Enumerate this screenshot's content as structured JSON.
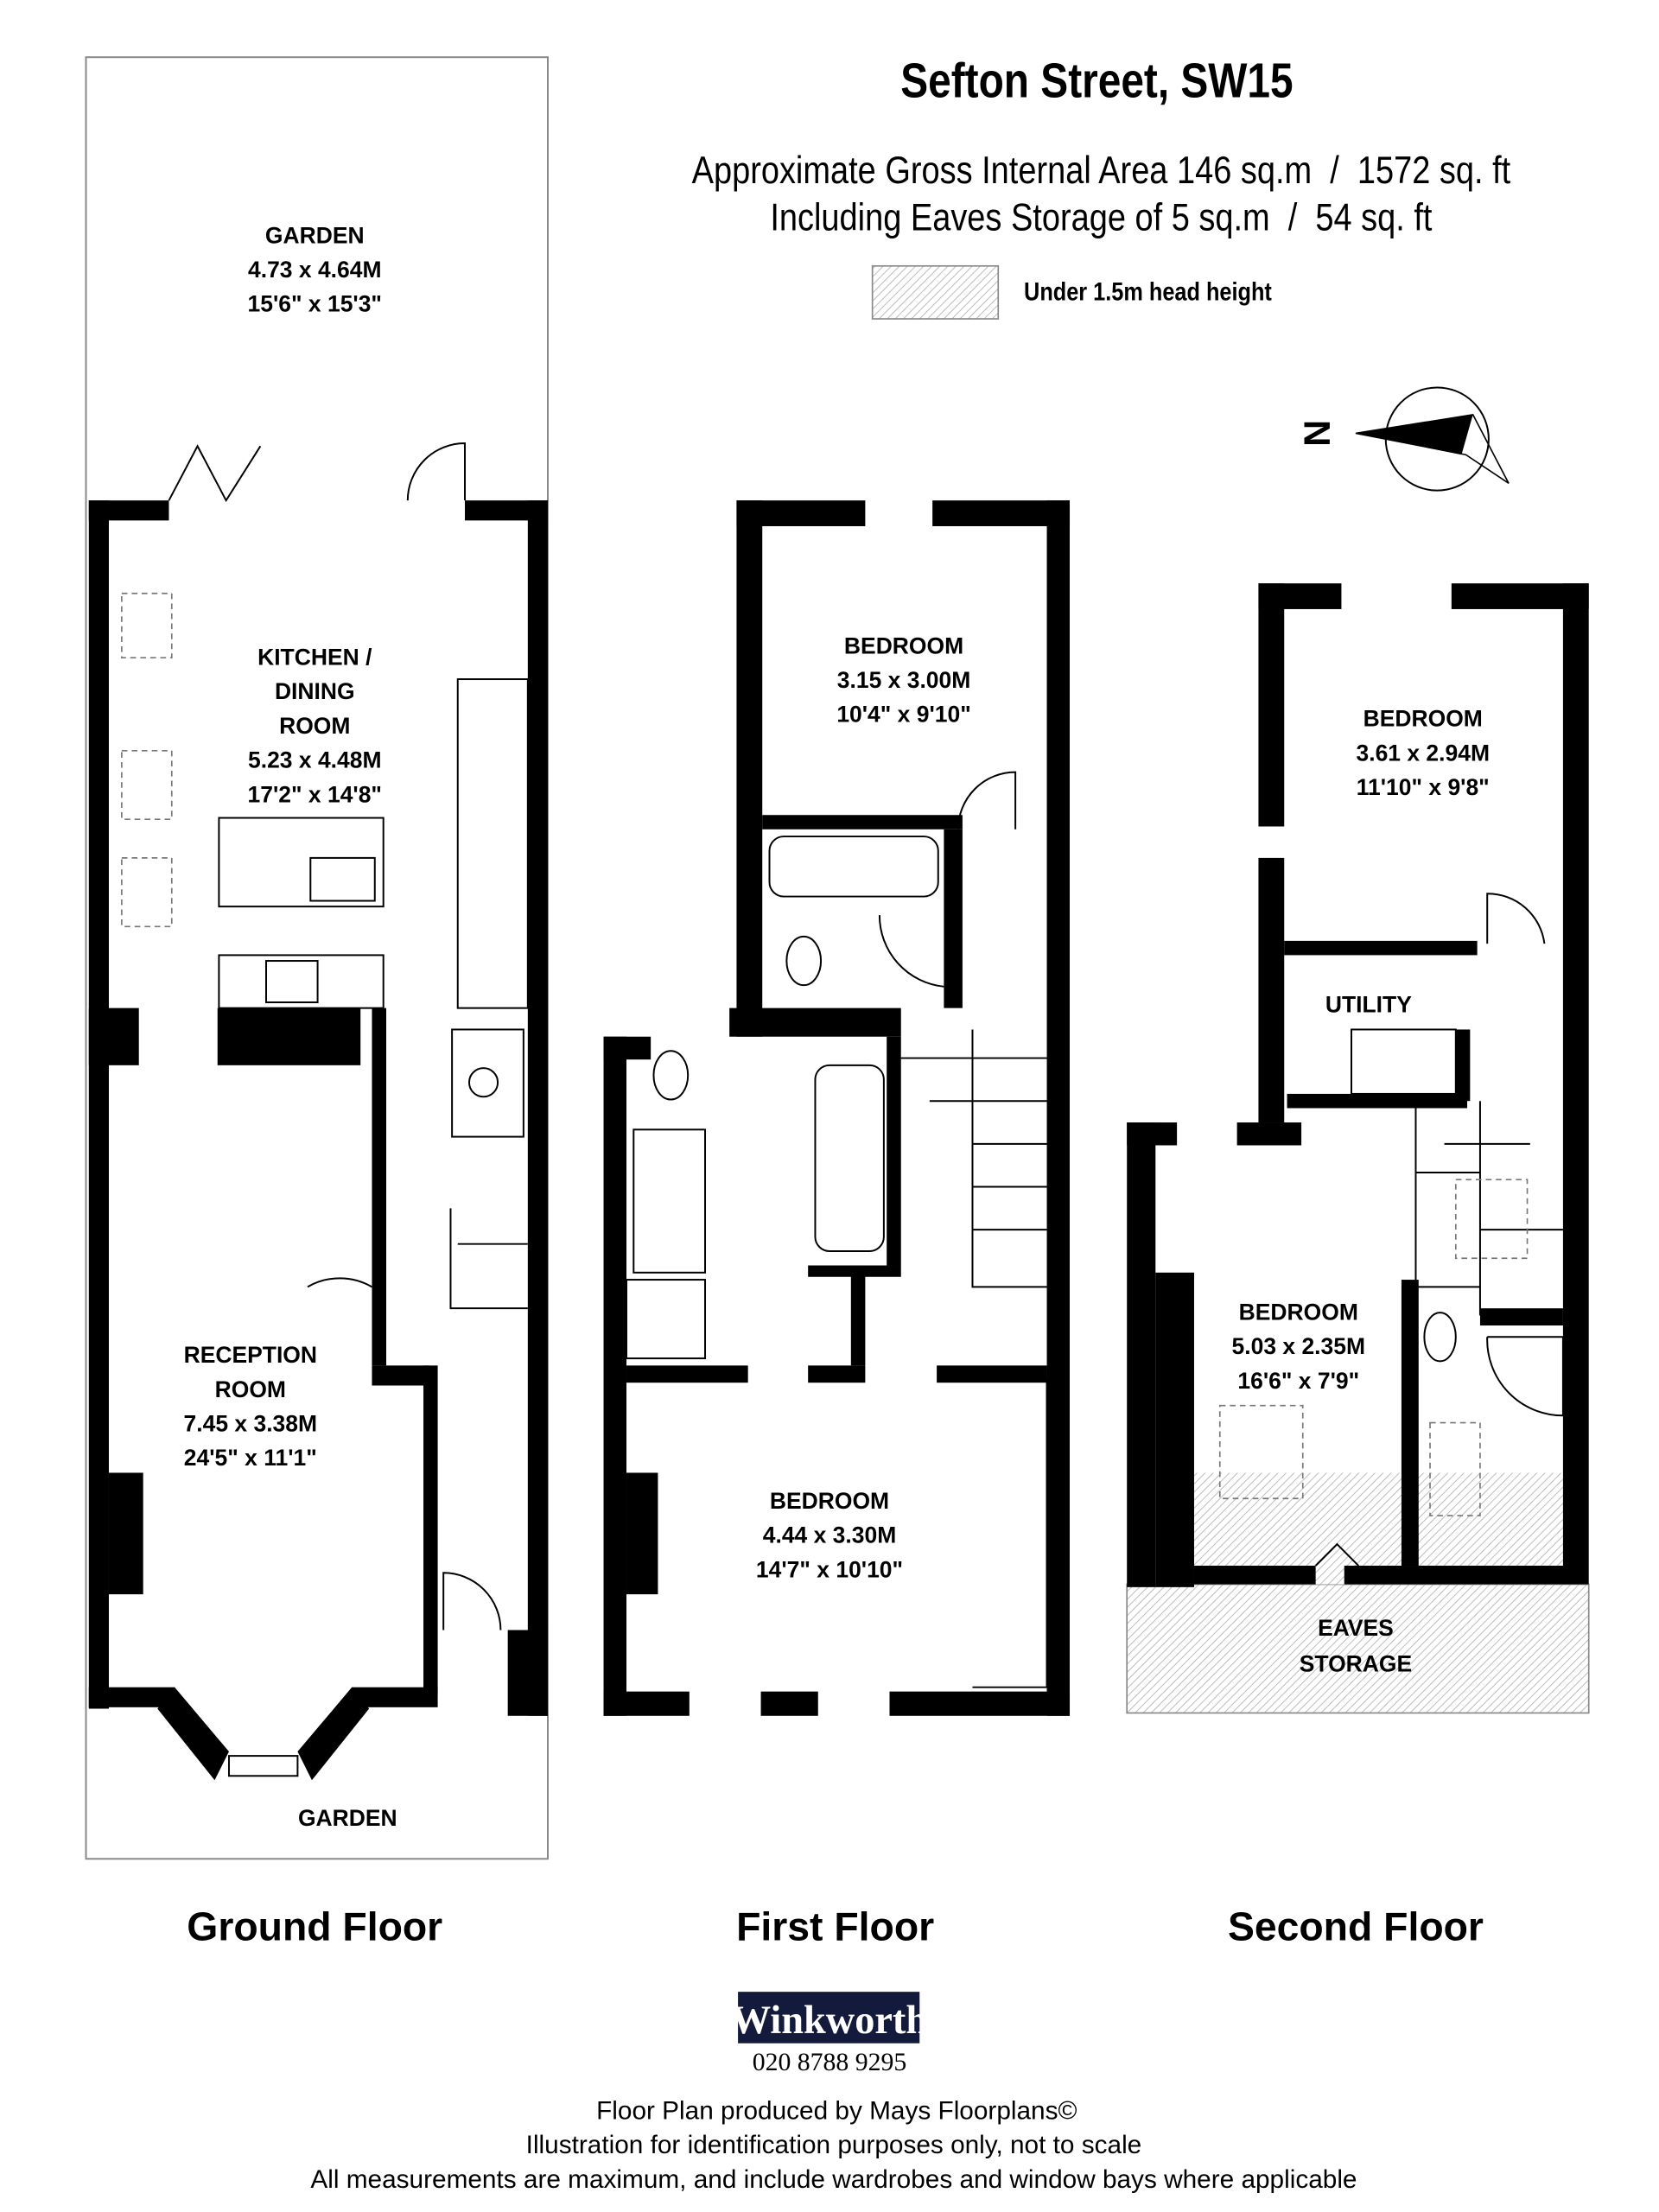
{
  "header": {
    "title": "Sefton Street, SW15",
    "area_line": "Approximate Gross Internal Area 146 sq.m  /  1572 sq. ft",
    "eaves_line": "Including Eaves Storage of 5 sq.m  /  54 sq. ft",
    "legend_label": "Under 1.5m head height"
  },
  "compass": {
    "label": "N"
  },
  "floors": {
    "ground": {
      "label": "Ground Floor",
      "rooms": [
        {
          "name": "GARDEN",
          "metric": "4.73 x 4.64M",
          "imperial": "15'6\" x 15'3\""
        },
        {
          "name_line1": "KITCHEN /",
          "name_line2": "DINING",
          "name_line3": "ROOM",
          "metric": "5.23 x 4.48M",
          "imperial": "17'2\" x 14'8\""
        },
        {
          "name_line1": "RECEPTION",
          "name_line2": "ROOM",
          "metric": "7.45 x 3.38M",
          "imperial": "24'5\" x 11'1\""
        },
        {
          "name": "GARDEN"
        }
      ]
    },
    "first": {
      "label": "First Floor",
      "rooms": [
        {
          "name": "BEDROOM",
          "metric": "3.15 x 3.00M",
          "imperial": "10'4\" x 9'10\""
        },
        {
          "name": "BEDROOM",
          "metric": "4.44 x 3.30M",
          "imperial": "14'7\" x 10'10\""
        }
      ]
    },
    "second": {
      "label": "Second Floor",
      "rooms": [
        {
          "name": "BEDROOM",
          "metric": "3.61 x 2.94M",
          "imperial": "11'10\" x 9'8\""
        },
        {
          "name": "UTILITY"
        },
        {
          "name": "BEDROOM",
          "metric": "5.03 x 2.35M",
          "imperial": "16'6\" x 7'9\""
        },
        {
          "name_line1": "EAVES",
          "name_line2": "STORAGE"
        }
      ]
    }
  },
  "footer": {
    "brand": "Winkworth",
    "brand_color": "#141a3c",
    "phone": "020 8788 9295",
    "credit": "Floor Plan produced by Mays Floorplans©",
    "disclaimer1": "Illustration for identification purposes only, not to scale",
    "disclaimer2": "All measurements are maximum, and include wardrobes and window bays where applicable"
  }
}
